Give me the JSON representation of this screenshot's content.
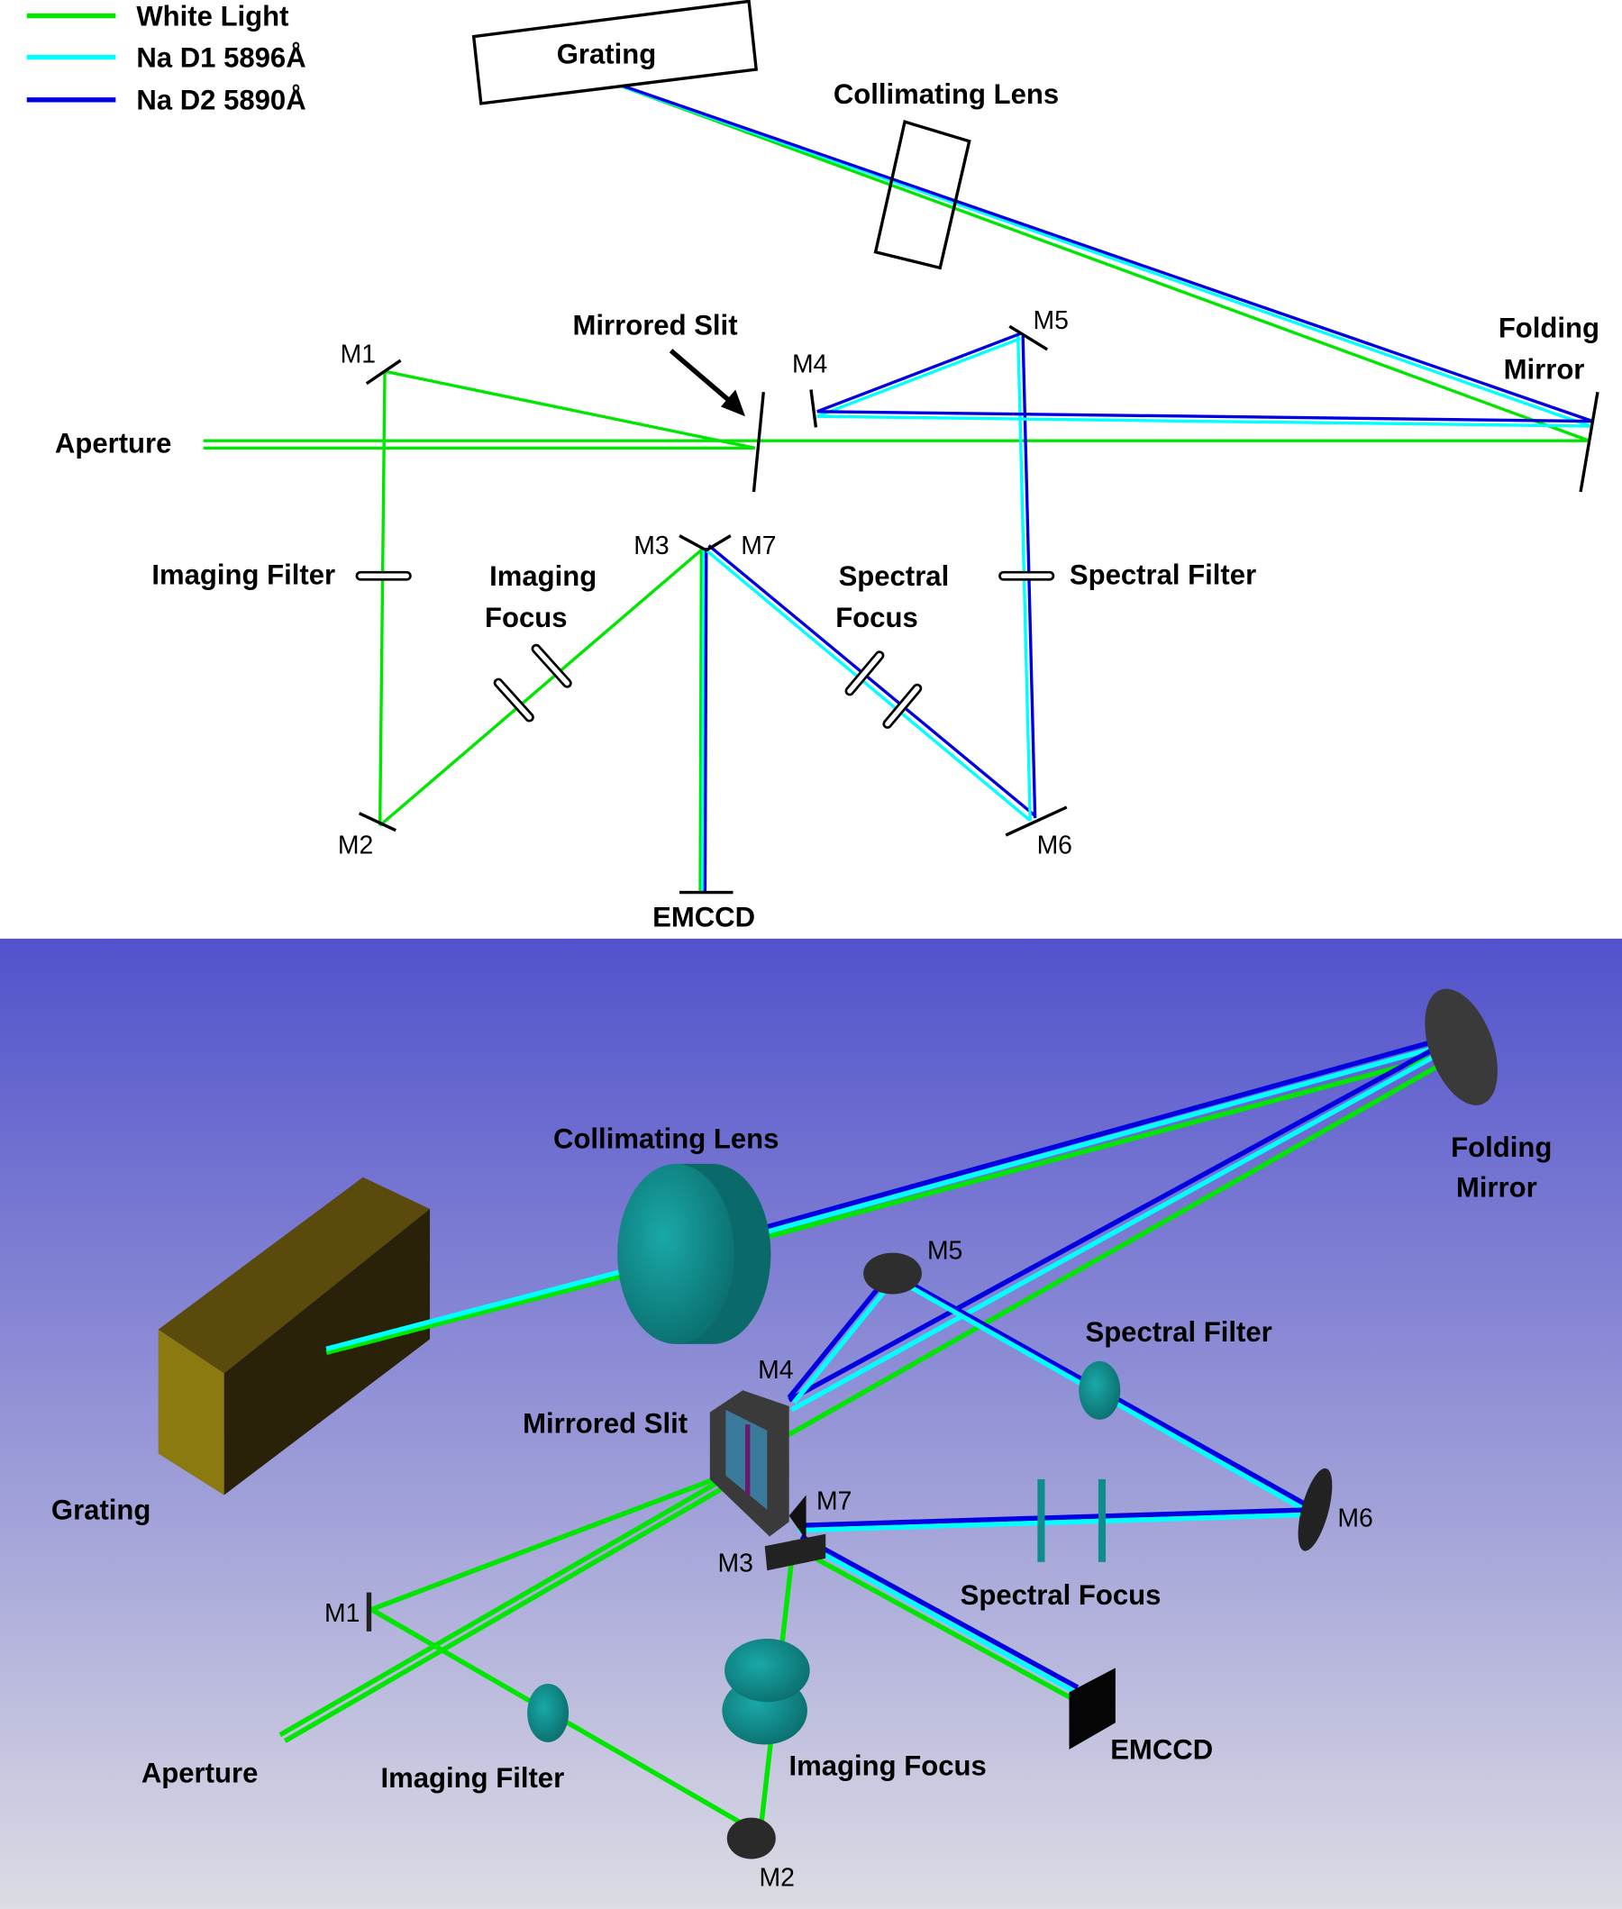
{
  "legend": [
    {
      "label": "White Light",
      "color": "#00e600"
    },
    {
      "label": "Na D1 5896Å",
      "color": "#00ffff"
    },
    {
      "label": "Na D2 5890Å",
      "color": "#0000e0"
    }
  ],
  "top": {
    "grating": "Grating",
    "collimating_lens": "Collimating Lens",
    "folding": "Folding",
    "mirror": "Mirror",
    "mirrored_slit": "Mirrored Slit",
    "aperture": "Aperture",
    "imaging_filter": "Imaging Filter",
    "imaging": "Imaging",
    "focus": "Focus",
    "spectral": "Spectral",
    "spectral_focus_2": "Focus",
    "spectral_filter": "Spectral Filter",
    "emccd": "EMCCD",
    "m1": "M1",
    "m2": "M2",
    "m3": "M3",
    "m4": "M4",
    "m5": "M5",
    "m6": "M6",
    "m7": "M7"
  },
  "bottom": {
    "grating": "Grating",
    "collimating_lens": "Collimating Lens",
    "folding": "Folding",
    "mirror": "Mirror",
    "mirrored_slit": "Mirrored Slit",
    "aperture": "Aperture",
    "imaging_filter": "Imaging Filter",
    "imaging_focus": "Imaging Focus",
    "spectral_filter": "Spectral Filter",
    "spectral_focus": "Spectral Focus",
    "emccd": "EMCCD",
    "m1": "M1",
    "m2": "M2",
    "m3": "M3",
    "m4": "M4",
    "m5": "M5",
    "m6": "M6",
    "m7": "M7"
  },
  "colors": {
    "white_light": "#00e600",
    "na_d1": "#00ffff",
    "na_d2": "#0000e0",
    "background_top": "#5252cc",
    "background_bottom": "#dcdce4",
    "optic_teal": "#0f8c8c",
    "grating_olive": "#8a7a10"
  }
}
